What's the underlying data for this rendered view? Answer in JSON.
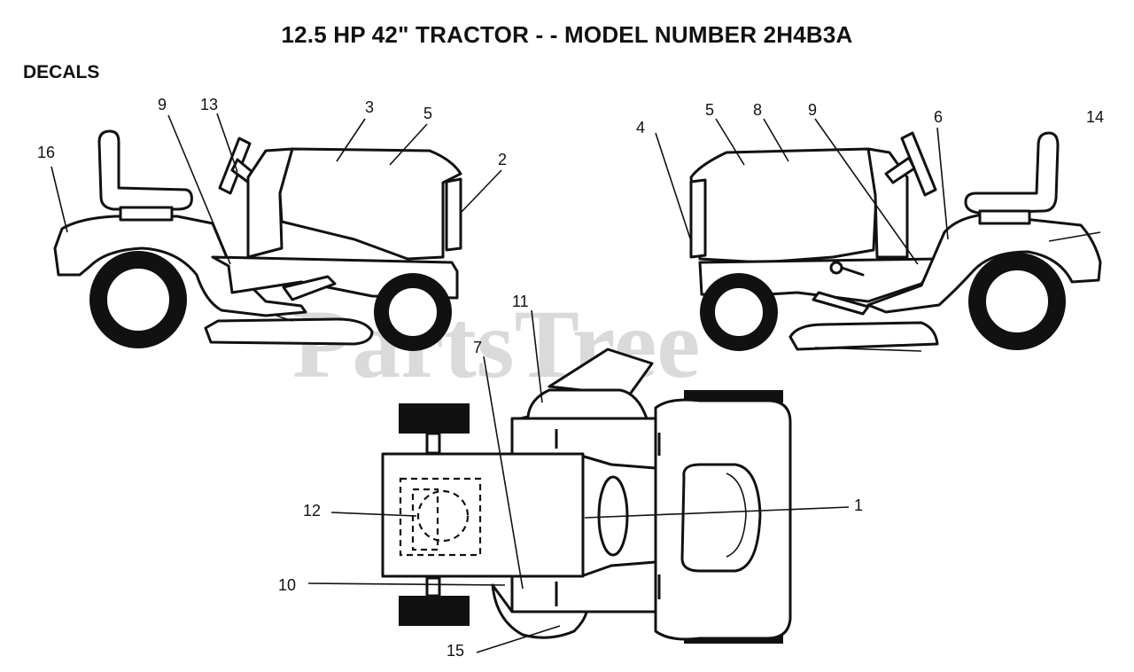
{
  "title": "12.5 HP 42\"  TRACTOR - - MODEL NUMBER 2H4B3A",
  "section_label": "DECALS",
  "watermark": "PartsTree",
  "callouts": {
    "c1": "1",
    "c2": "2",
    "c3": "3",
    "c4": "4",
    "c5a": "5",
    "c5b": "5",
    "c6": "6",
    "c7": "7",
    "c8": "8",
    "c9a": "9",
    "c9b": "9",
    "c10": "10",
    "c11": "11",
    "c12": "12",
    "c13": "13",
    "c14": "14",
    "c15": "15",
    "c16": "16"
  }
}
